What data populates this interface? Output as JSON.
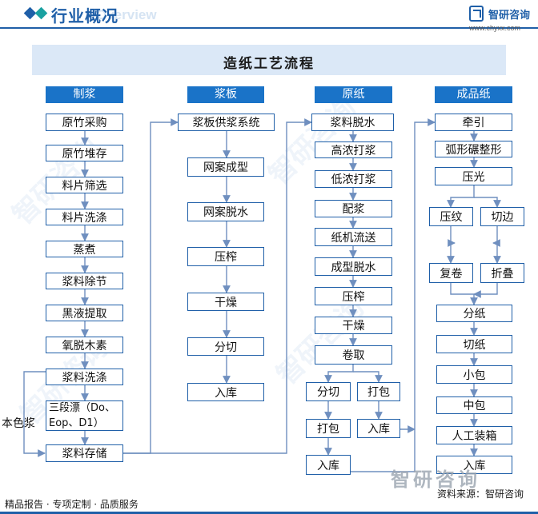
{
  "header": {
    "title": "行业概况",
    "ghost_text": "Overview",
    "brand_name": "智研咨询",
    "brand_url": "www.chyxx.com"
  },
  "diagram": {
    "title": "造纸工艺流程",
    "columns": {
      "pulping": {
        "heading": "制浆",
        "steps": [
          "原竹采购",
          "原竹堆存",
          "料片筛选",
          "料片洗涤",
          "蒸煮",
          "浆料除节",
          "黑液提取",
          "氧脱木素",
          "浆料洗涤",
          "三段漂（Do、Eop、D1）",
          "浆料存储"
        ],
        "bleach_line1": "三段漂（Do、",
        "bleach_line2": "Eop、D1）",
        "side_label": "本色浆"
      },
      "pulp_board": {
        "heading": "浆板",
        "steps": [
          "浆板供浆系统",
          "网案成型",
          "网案脱水",
          "压榨",
          "干燥",
          "分切",
          "入库"
        ]
      },
      "base_paper": {
        "heading": "原纸",
        "steps": [
          "浆料脱水",
          "高浓打浆",
          "低浓打浆",
          "配浆",
          "纸机流送",
          "成型脱水",
          "压榨",
          "干燥",
          "卷取"
        ],
        "branch": {
          "cut": "分切",
          "pack_left": "打包",
          "pack_right": "打包",
          "store_right": "入库",
          "store_bottom": "入库"
        }
      },
      "finished_paper": {
        "heading": "成品纸",
        "steps_top": [
          "牵引",
          "弧形碾整形",
          "压光"
        ],
        "branch": {
          "emboss": "压纹",
          "trim": "切边",
          "rewind": "复卷",
          "fold": "折叠"
        },
        "steps_bottom": [
          "分纸",
          "切纸",
          "小包",
          "中包",
          "人工装箱",
          "入库"
        ]
      }
    }
  },
  "footer": {
    "left": "精品报告 · 专项定制 · 品质服务",
    "source": "资料来源：智研咨询",
    "logo_text": "智研咨询"
  },
  "colors": {
    "primary": "#1f5fa8",
    "heading_bg": "#1a73c8",
    "banner_bg": "#dbe8f7",
    "connector": "#6f8fbf",
    "accent_teal": "#1aa1a1"
  }
}
